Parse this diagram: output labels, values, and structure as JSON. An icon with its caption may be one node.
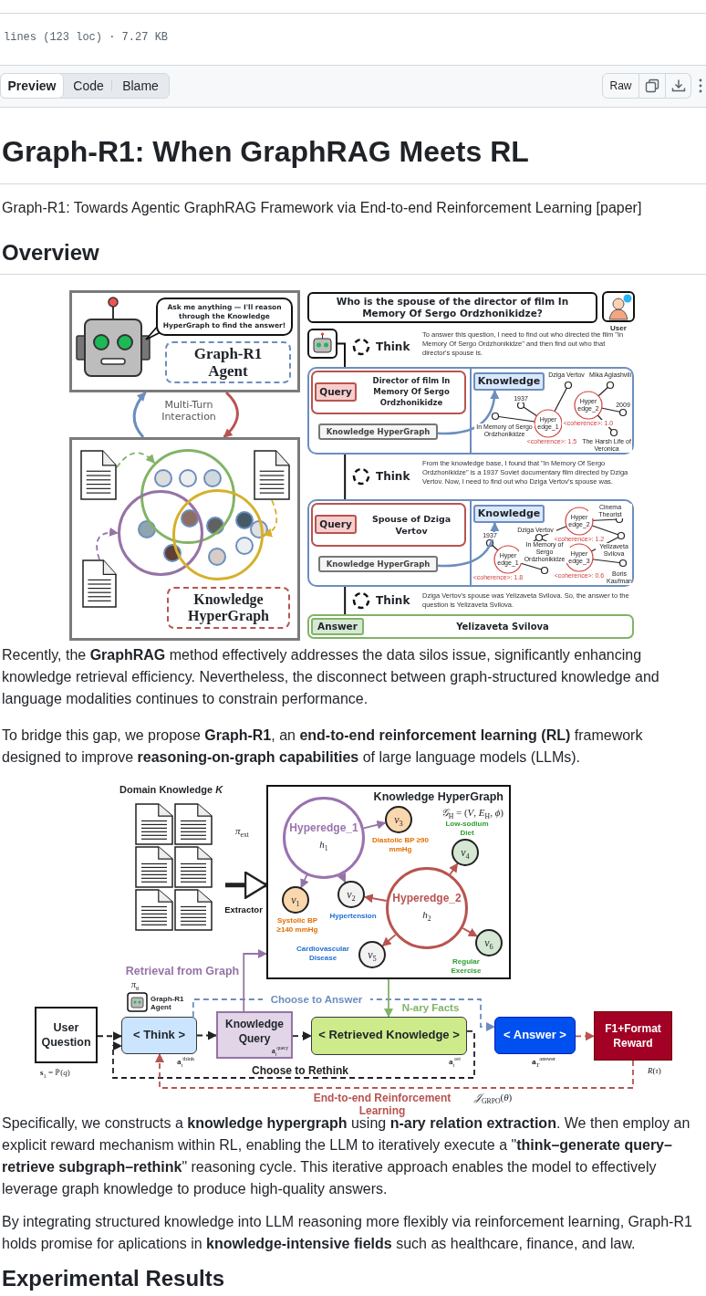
{
  "diagram": {
    "title": "Graph-R1: When GraphRAG Meets RL",
    "nodes": [
      {
        "text": [],
        "shape": "box"
      },
      {
        "text": [
          "Ask me anything — I'll reason through the Knowledge HyperGraph to find the answer!"
        ],
        "in": 0
      },
      {
        "text": [
          "Graph-R1 Agent"
        ],
        "in": 0
      },
      {
        "text": [],
        "shape": "box"
      },
      {
        "text": [],
        "shape": "picture",
        "in": 3
      },
      {
        "text": [],
        "shape": "picture",
        "in": 3
      },
      {
        "text": [],
        "shape": "circle",
        "in": 3
      },
      {
        "text": [],
        "shape": "circle",
        "in": 3
      },
      {
        "text": [],
        "shape": "circle",
        "in": 3
      },
      {
        "text": [],
        "shape": "picture",
        "in": 3
      },
      {
        "text": [
          "Knowledge HyperGraph"
        ],
        "in": 3
      },
      {
        "text": [
          "Who is the spouse of the director of film In Memory Of Sergo Ordzhonikidze?"
        ]
      },
      {
        "text": [],
        "shape": "person",
        "beside": [
          "User"
        ]
      },
      {
        "text": [],
        "shape": "box"
      },
      {
        "text": [
          "Director of film In Memory Of Sergo Ordzhonikidze"
        ],
        "in": 13
      },
      {
        "text": [
          "Query"
        ],
        "in": 14
      },
      {
        "text": [
          "Knowledge"
        ],
        "in": 13
      },
      {
        "text": [
          "Knowledge HyperGraph"
        ],
        "in": 13
      },
      {
        "text": [],
        "shape": "box"
      },
      {
        "text": [
          "Spouse of Dziga Vertov"
        ],
        "in": 18
      },
      {
        "text": [
          "Query"
        ],
        "in": 19
      },
      {
        "text": [
          "Knowledge"
        ],
        "in": 18
      },
      {
        "text": [
          "Knowledge HyperGraph"
        ],
        "in": 18
      },
      {
        "text": [
          "Yelizaveta Svilova"
        ]
      },
      {
        "text": [
          "Answer"
        ],
        "in": 23
      },
      {
        "text": [],
        "shape": "picture",
        "beside": [
          "Domain Knowledge *K*"
        ]
      },
      {
        "text": [
          "Knowledge HyperGraph",
          "*𝒢*$_{H}$ = (*V*, *E*$_{H}$, *ϕ*)"
        ]
      },
      {
        "text": [
          "Hyperedge_1",
          "*h*$_{1}$"
        ],
        "in": 26
      },
      {
        "text": [
          "*v*$_{3}$"
        ],
        "beside": [
          "Diastolic BP ≥90 mmHg"
        ],
        "in": 26
      },
      {
        "text": [
          "*v*$_{4}$"
        ],
        "beside": [
          "Low-sodium Diet"
        ],
        "in": 26
      },
      {
        "text": [
          "*v*$_{1}$"
        ],
        "beside": [
          "Systolic BP ≥140 mmHg"
        ],
        "in": 26
      },
      {
        "text": [
          "*v*$_{2}$"
        ],
        "beside": [
          "Hypertension"
        ],
        "in": 26
      },
      {
        "text": [
          "Hyperedge_2",
          "*h*$_{2}$"
        ],
        "in": 26
      },
      {
        "text": [
          "*v*$_{6}$"
        ],
        "beside": [
          "Regular Exercise"
        ],
        "in": 26
      },
      {
        "text": [
          "*v*$_{5}$"
        ],
        "beside": [
          "Cardiovascular Disease"
        ],
        "in": 26
      },
      {
        "text": [
          "User Question"
        ],
        "beside": [
          "**s**$_{1}$ = ℙ(*q*)"
        ]
      },
      {
        "text": [
          "< Think >"
        ],
        "beside": [
          "**a**$_{t}$$^{think}$",
          "Graph-R1 Agent"
        ]
      },
      {
        "text": [
          "Knowledge Query",
          "**a**$_{t}$$^{query}$"
        ]
      },
      {
        "text": [
          "< Retrieved Knowledge >"
        ],
        "beside": [
          "**a**$_{t}$$^{ret}$"
        ]
      },
      {
        "text": [
          "< Answer >"
        ],
        "beside": [
          "**a**$_{T}$$^{answer}$"
        ]
      },
      {
        "text": [
          "F1+Format Reward"
        ],
        "beside": [
          "*R*(*τ*)"
        ]
      },
      {
        "text": [],
        "shape": "picture"
      }
    ],
    "edges": [
      {
        "from": 3,
        "to": 0,
        "arrow": "to",
        "color": "#6c8ebf"
      },
      {
        "from": 0,
        "to": 3,
        "arrow": "to",
        "color": "#b85450"
      },
      {
        "from": 4,
        "to": 6,
        "arrow": "to",
        "style": "dashed",
        "color": "#82b366"
      },
      {
        "from": 5,
        "to": 8,
        "arrow": "to",
        "style": "dashed",
        "color": "#d6b02a"
      },
      {
        "from": 9,
        "to": 7,
        "arrow": "to",
        "style": "dashed",
        "color": "#9673a6"
      },
      {
        "from": 17,
        "to": 16,
        "arrow": "to",
        "color": "#6c8ebf"
      },
      {
        "from": 22,
        "to": 21,
        "arrow": "to",
        "color": "#6c8ebf"
      },
      {
        "from": 25,
        "to": 26,
        "arrow": "to",
        "label": "Extractor",
        "style": "thick",
        "color": "#222222"
      },
      {
        "from": 27,
        "to": 28,
        "arrow": "to",
        "color": "#9673a6"
      },
      {
        "from": 27,
        "to": 30,
        "arrow": "to",
        "color": "#9673a6"
      },
      {
        "from": 27,
        "to": 31,
        "arrow": "to",
        "color": "#9673a6"
      },
      {
        "from": 32,
        "to": 31,
        "arrow": "to",
        "color": "#b85450"
      },
      {
        "from": 32,
        "to": 29,
        "arrow": "to",
        "color": "#b85450"
      },
      {
        "from": 32,
        "to": 34,
        "arrow": "to",
        "color": "#b85450"
      },
      {
        "from": 32,
        "to": 33,
        "arrow": "to",
        "color": "#b85450"
      },
      {
        "from": 35,
        "to": 36,
        "arrow": "to",
        "style": "dashed",
        "color": "#222222"
      },
      {
        "from": 36,
        "to": 37,
        "arrow": "to",
        "style": "dashed",
        "color": "#222222"
      },
      {
        "from": 37,
        "to": 38,
        "arrow": "to",
        "style": "dashed",
        "color": "#222222"
      },
      {
        "from": 38,
        "to": 36,
        "arrow": "to",
        "label": "Choose to Rethink",
        "style": "dashed",
        "color": "#222222"
      },
      {
        "from": 36,
        "to": 39,
        "arrow": "to",
        "label": "Choose to Answer",
        "style": "dashed",
        "color": "#6c8ebf"
      },
      {
        "from": 26,
        "to": 38,
        "arrow": "to",
        "label": "N-ary Facts",
        "color": "#82b366"
      },
      {
        "from": 37,
        "to": 26,
        "arrow": "to",
        "label": "Retrieval from Graph",
        "color": "#9673a6"
      },
      {
        "from": 39,
        "to": 40,
        "arrow": "to",
        "style": "dashed",
        "color": "#b85450"
      },
      {
        "from": 40,
        "to": 36,
        "arrow": "to",
        "label": "End-to-end Reinforcement Learning",
        "style": "dashed",
        "color": "#b85450"
      },
      {
        "from": 41,
        "to": 13,
        "arrow": "none",
        "color": "#111111"
      },
      {
        "from": 13,
        "to": 18,
        "arrow": "none",
        "color": "#111111"
      },
      {
        "from": 18,
        "to": 23,
        "arrow": "none",
        "color": "#111111"
      }
    ],
    "labels": [
      "lines (123 loc) · 7.27 KB",
      "Preview",
      "Code",
      "Blame",
      "Raw",
      "Graph-R1: Towards Agentic GraphRAG Framework via End-to-end Reinforcement Learning [paper]",
      "Overview",
      "Multi-Turn Interaction",
      "Think",
      "To answer this question, I need to find out who directed the film \"In Memory Of Sergo Ordzhonikidze\" and then find out who that director's spouse is.",
      "Dziga Vertov",
      "Mika Aglashvili",
      "1937",
      "Hyper edge_2",
      "2009",
      "In Memory of Sergo Ordzhonikidze",
      "Hyper edge_1",
      "<coherence>: 1.0",
      "<coherence>: 1.5",
      "The Harsh Life of Veronica",
      "Think",
      "From the knowledge base, I found that \"In Memory Of Sergo Ordzhonikidze\" is a 1937 Soviet documentary film directed by Dziga Vertov. Now, I need to find out who Dziga Vertov's spouse was.",
      "Cinema Theorist",
      "Hyper edge_2",
      "1937",
      "Dziga Vertov",
      "<coherence>: 1.2",
      "Hyper edge_1",
      "In Memory of Sergo Ordzhonikidze",
      "Hyper edge_3",
      "Yelizaveta Svilova",
      "<coherence>: 1.8",
      "<coherence>: 0.6",
      "Boris Kaufman",
      "Think",
      "Dziga Vertov's spouse was Yelizaveta Svilova. So, the answer to the question is Yelizaveta Svilova.",
      "Recently, the **GraphRAG** method effectively addresses the data silos issue, significantly enhancing knowledge retrieval efficiency. Nevertheless, the disconnect between graph-structured knowledge and language modalities continues to constrain performance.",
      "To bridge this gap, we propose **Graph-R1**, an **end-to-end reinforcement learning (RL)** framework designed to improve **reasoning-on-graph capabilities** of large language models (LLMs).",
      "*π*$_{ext}$",
      "*π*$_{θ}$",
      "*𝒥*$_{GRPO}$(*θ*)",
      "Specifically, we constructs a **knowledge hypergraph** using **n-ary relation extraction**. We then employ an explicit reward mechanism within RL, enabling the LLM to iteratively execute a \"**think–generate query–retrieve subgraph–rethink**\" reasoning cycle. This iterative approach enables the model to effectively leverage graph knowledge to produce high-quality answers.",
      "By integrating structured knowledge into LLM reasoning more flexibly via reinforcement learning, Graph-R1 holds promise for aplications in **knowledge-intensive fields** such as healthcare, finance, and law.",
      "Experimental Results"
    ]
  }
}
